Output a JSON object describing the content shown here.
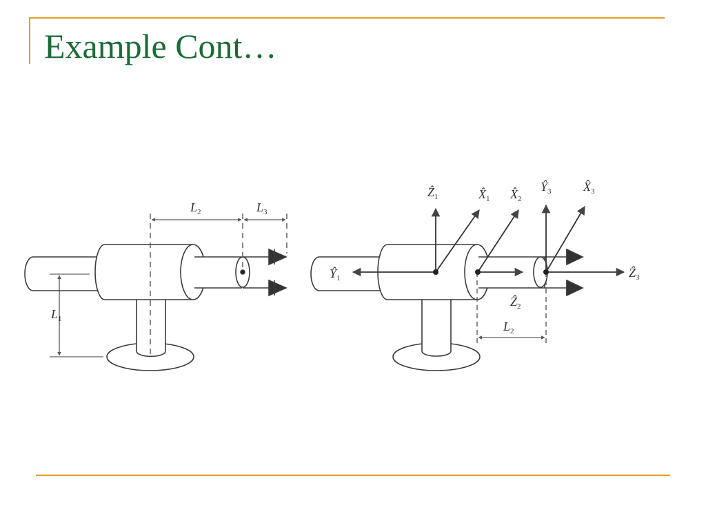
{
  "slide": {
    "title": "Example Cont…",
    "accent_color": "#e0a020",
    "title_color": "#1a6b35"
  },
  "left_figure": {
    "labels": {
      "L2": {
        "main": "L",
        "sub": "2"
      },
      "L3": {
        "main": "L",
        "sub": "3"
      },
      "L1": {
        "main": "L",
        "sub": "1"
      }
    }
  },
  "right_figure": {
    "labels": {
      "Z1": {
        "main": "Ẑ",
        "sub": "1"
      },
      "X1": {
        "main": "X̂",
        "sub": "1"
      },
      "X2": {
        "main": "X̂",
        "sub": "2"
      },
      "Y3": {
        "main": "Ŷ",
        "sub": "3"
      },
      "X3": {
        "main": "X̂",
        "sub": "3"
      },
      "Y1": {
        "main": "Ŷ",
        "sub": "1"
      },
      "Z3": {
        "main": "Ẑ",
        "sub": "3"
      },
      "Z2": {
        "main": "Ẑ",
        "sub": "2"
      },
      "L2": {
        "main": "L",
        "sub": "2"
      }
    }
  }
}
